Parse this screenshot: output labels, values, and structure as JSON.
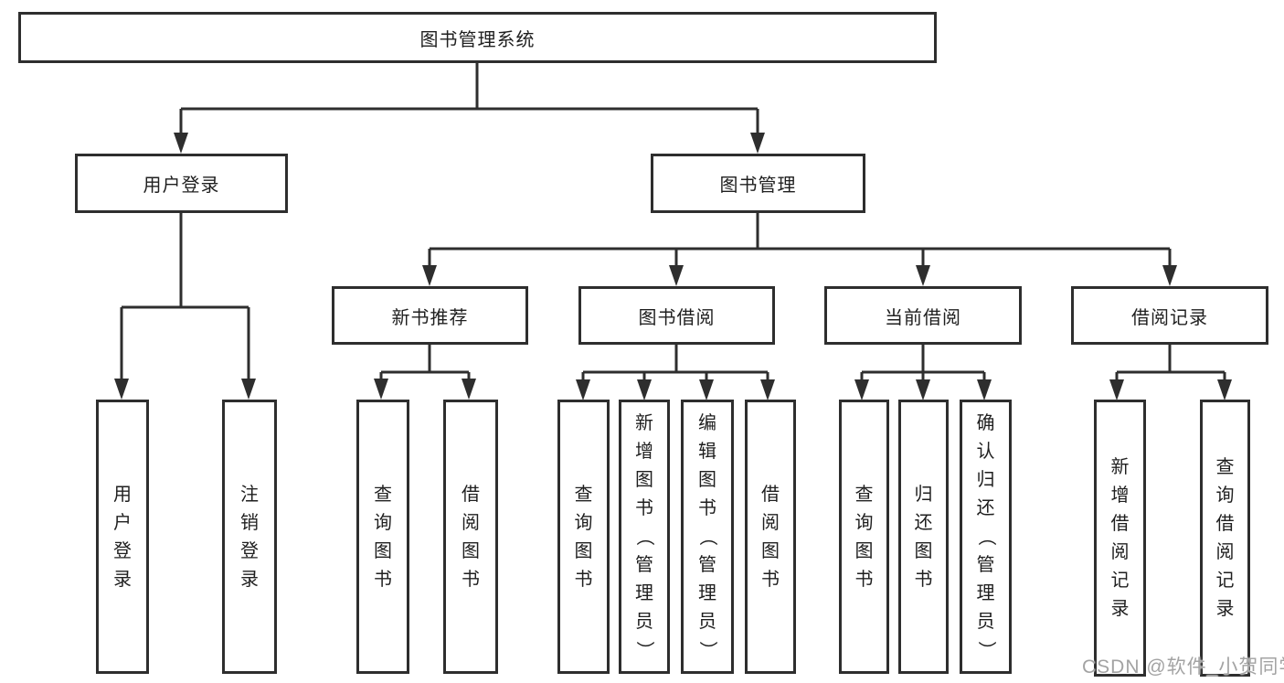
{
  "diagram": {
    "root": {
      "label": "图书管理系统"
    },
    "branches": [
      {
        "label": "用户登录",
        "leaves": [
          {
            "label": "用户登录"
          },
          {
            "label": "注销登录"
          }
        ]
      },
      {
        "label": "图书管理"
      }
    ],
    "modules": [
      {
        "label": "新书推荐",
        "leaves": [
          {
            "label": "查询图书"
          },
          {
            "label": "借阅图书"
          }
        ]
      },
      {
        "label": "图书借阅",
        "leaves": [
          {
            "label": "查询图书"
          },
          {
            "label": "新增图书（管理员）"
          },
          {
            "label": "编辑图书（管理员）"
          },
          {
            "label": "借阅图书"
          }
        ]
      },
      {
        "label": "当前借阅",
        "leaves": [
          {
            "label": "查询图书"
          },
          {
            "label": "归还图书"
          },
          {
            "label": "确认归还（管理员）"
          }
        ]
      },
      {
        "label": "借阅记录",
        "leaves": [
          {
            "label": "新增借阅记录"
          },
          {
            "label": "查询借阅记录"
          }
        ]
      }
    ]
  },
  "watermark": {
    "text": "CSDN @软件_小贺同学"
  },
  "colors": {
    "line": "#2e2e2e",
    "text": "#1f1f1f",
    "watermark": "#a3a3a3",
    "background": "#ffffff"
  }
}
